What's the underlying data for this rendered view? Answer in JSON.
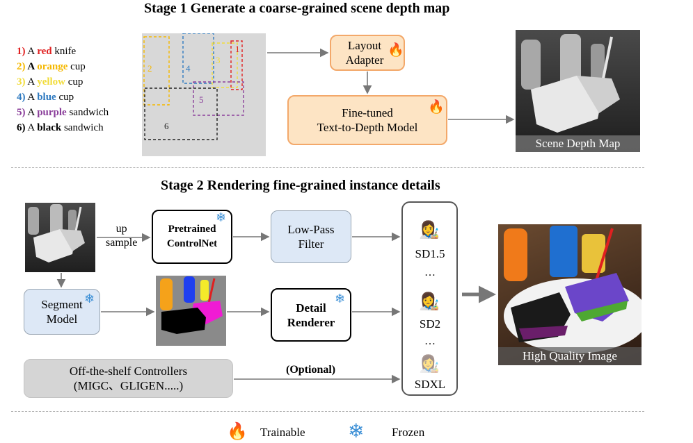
{
  "stage1": {
    "title": "Stage 1 Generate a coarse-grained scene depth map"
  },
  "stage2": {
    "title": "Stage 2 Rendering fine-grained instance details"
  },
  "prompts": [
    {
      "num": "1)",
      "pre": "A",
      "word": "red",
      "post": "knife",
      "color": "#e02020",
      "bold_a": false
    },
    {
      "num": "2)",
      "pre": "A",
      "word": "orange",
      "post": "cup",
      "color": "#f5b800",
      "bold_a": true
    },
    {
      "num": "3)",
      "pre": "A",
      "word": "yellow",
      "post": "cup",
      "color": "#f1dc3a",
      "bold_a": false
    },
    {
      "num": "4)",
      "pre": "A",
      "word": "blue",
      "post": "cup",
      "color": "#2f7ac0",
      "bold_a": false
    },
    {
      "num": "5)",
      "pre": "A",
      "word": "purple",
      "post": "sandwich",
      "color": "#8a3e9a",
      "bold_a": false
    },
    {
      "num": "6)",
      "pre": "A",
      "word": "black",
      "post": "sandwich",
      "color": "#000000",
      "bold_a": false
    }
  ],
  "layout_labels": [
    "1",
    "2",
    "3",
    "4",
    "5",
    "6"
  ],
  "boxes": {
    "layout_adapter": "Layout\nAdapter",
    "fine_tuned": "Fine-tuned\nText-to-Depth Model",
    "pretrained_controlnet": "Pretrained\nControlNet",
    "low_pass": "Low-Pass\nFilter",
    "segment_model": "Segment\nModel",
    "detail_renderer": "Detail\nRenderer",
    "controllers": "Off-the-shelf Controllers\n(MIGC、GLIGEN.....)"
  },
  "labels": {
    "upsample": "up\nsample",
    "optional": "(Optional)",
    "scene_depth_map": "Scene Depth Map",
    "high_quality_image": "High Quality Image"
  },
  "sd_models": [
    "SD1.5",
    "…",
    "SD2",
    "…",
    "SDXL"
  ],
  "legend": {
    "trainable": "Trainable",
    "frozen": "Frozen"
  },
  "colors": {
    "trainable": "#f07a2a",
    "frozen": "#3b8fd6",
    "arrow": "#777777"
  }
}
